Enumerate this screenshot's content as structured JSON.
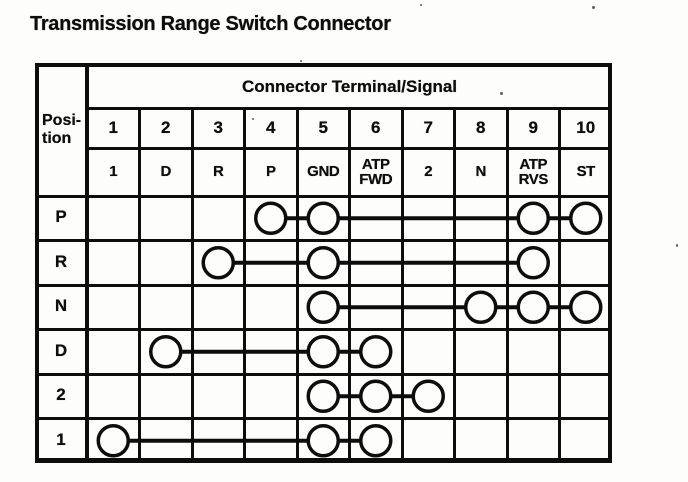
{
  "page": {
    "title": "Transmission Range Switch Connector"
  },
  "table": {
    "corner_header_lines": [
      "Posi-",
      "tion"
    ],
    "group_header": "Connector Terminal/Signal",
    "terminals": [
      "1",
      "2",
      "3",
      "4",
      "5",
      "6",
      "7",
      "8",
      "9",
      "10"
    ],
    "signals": [
      "1",
      "D",
      "R",
      "P",
      "GND",
      "ATP FWD",
      "2",
      "N",
      "ATP RVS",
      "ST"
    ],
    "rows": [
      {
        "position": "P",
        "connected_terminals": [
          4,
          5,
          9,
          10
        ]
      },
      {
        "position": "R",
        "connected_terminals": [
          3,
          5,
          9
        ]
      },
      {
        "position": "N",
        "connected_terminals": [
          5,
          8,
          9,
          10
        ]
      },
      {
        "position": "D",
        "connected_terminals": [
          2,
          5,
          6
        ]
      },
      {
        "position": "2",
        "connected_terminals": [
          5,
          6,
          7
        ]
      },
      {
        "position": "1",
        "connected_terminals": [
          1,
          5,
          6
        ]
      }
    ],
    "colors": {
      "ink": "#0d0d0d",
      "paper": "#fdfdfc"
    }
  }
}
